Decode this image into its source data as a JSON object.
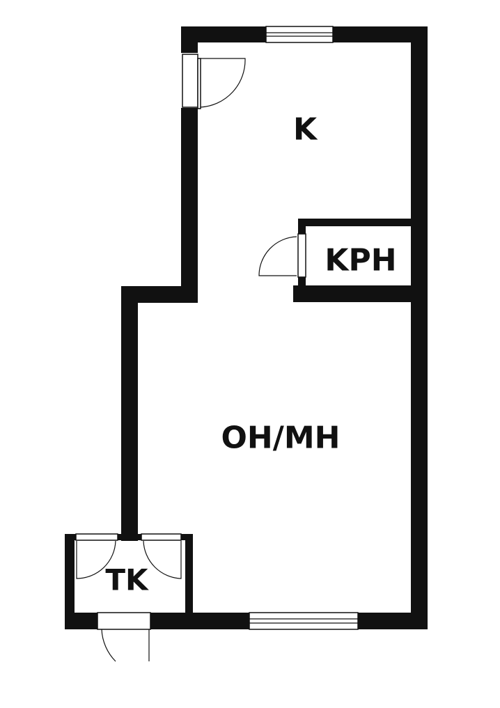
{
  "floor_plan": {
    "rooms": [
      {
        "id": "kitchen",
        "label": "K"
      },
      {
        "id": "bathroom",
        "label": "KPH"
      },
      {
        "id": "living-bedroom",
        "label": "OH/MH"
      },
      {
        "id": "wind-porch",
        "label": "TK"
      }
    ],
    "colors": {
      "wall": "#111111",
      "background": "#ffffff"
    }
  }
}
